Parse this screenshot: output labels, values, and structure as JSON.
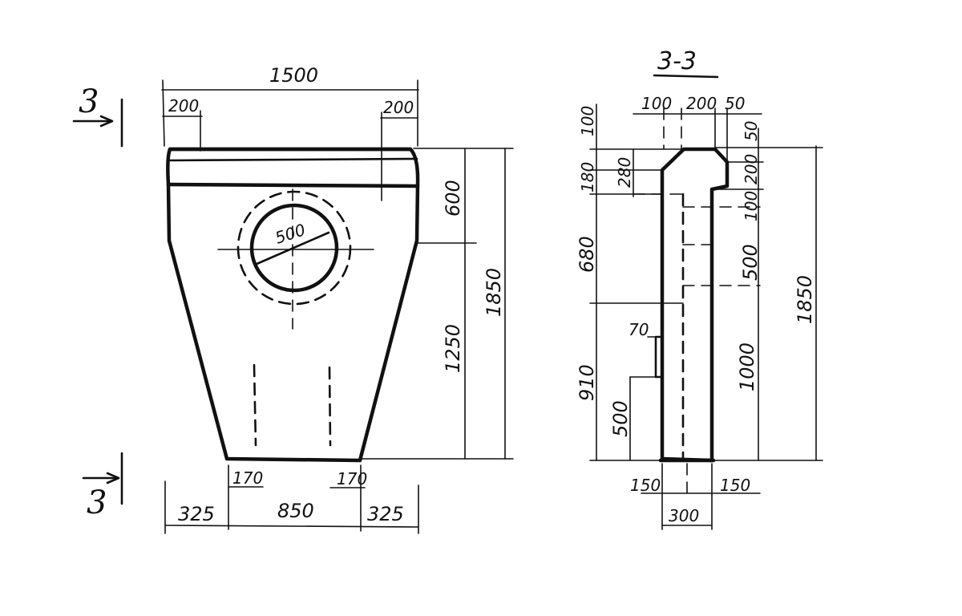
{
  "front_view": {
    "section_mark_top": "3",
    "section_mark_bottom": "3",
    "dims": {
      "overall_width": "1500",
      "top_left_edge": "200",
      "top_right_edge": "200",
      "upper_height": "600",
      "lower_height": "1250",
      "total_height": "1850",
      "hole_diameter": "500",
      "bottom_left": "325",
      "bottom_mid": "850",
      "bottom_right": "325",
      "foot_left": "170",
      "foot_right": "170"
    }
  },
  "section_view": {
    "title": "3-3",
    "dims": {
      "top_a": "100",
      "top_b": "200",
      "top_c": "50",
      "left_top": "100",
      "left_180": "180",
      "left_280": "280",
      "left_680": "680",
      "left_910": "910",
      "left_500": "500",
      "notch_70": "70",
      "right_50": "50",
      "right_200": "200",
      "right_100": "100",
      "right_500": "500",
      "right_1000": "1000",
      "overall_height": "1850",
      "bottom_left": "150",
      "bottom_right": "150",
      "bottom_total": "300"
    }
  }
}
